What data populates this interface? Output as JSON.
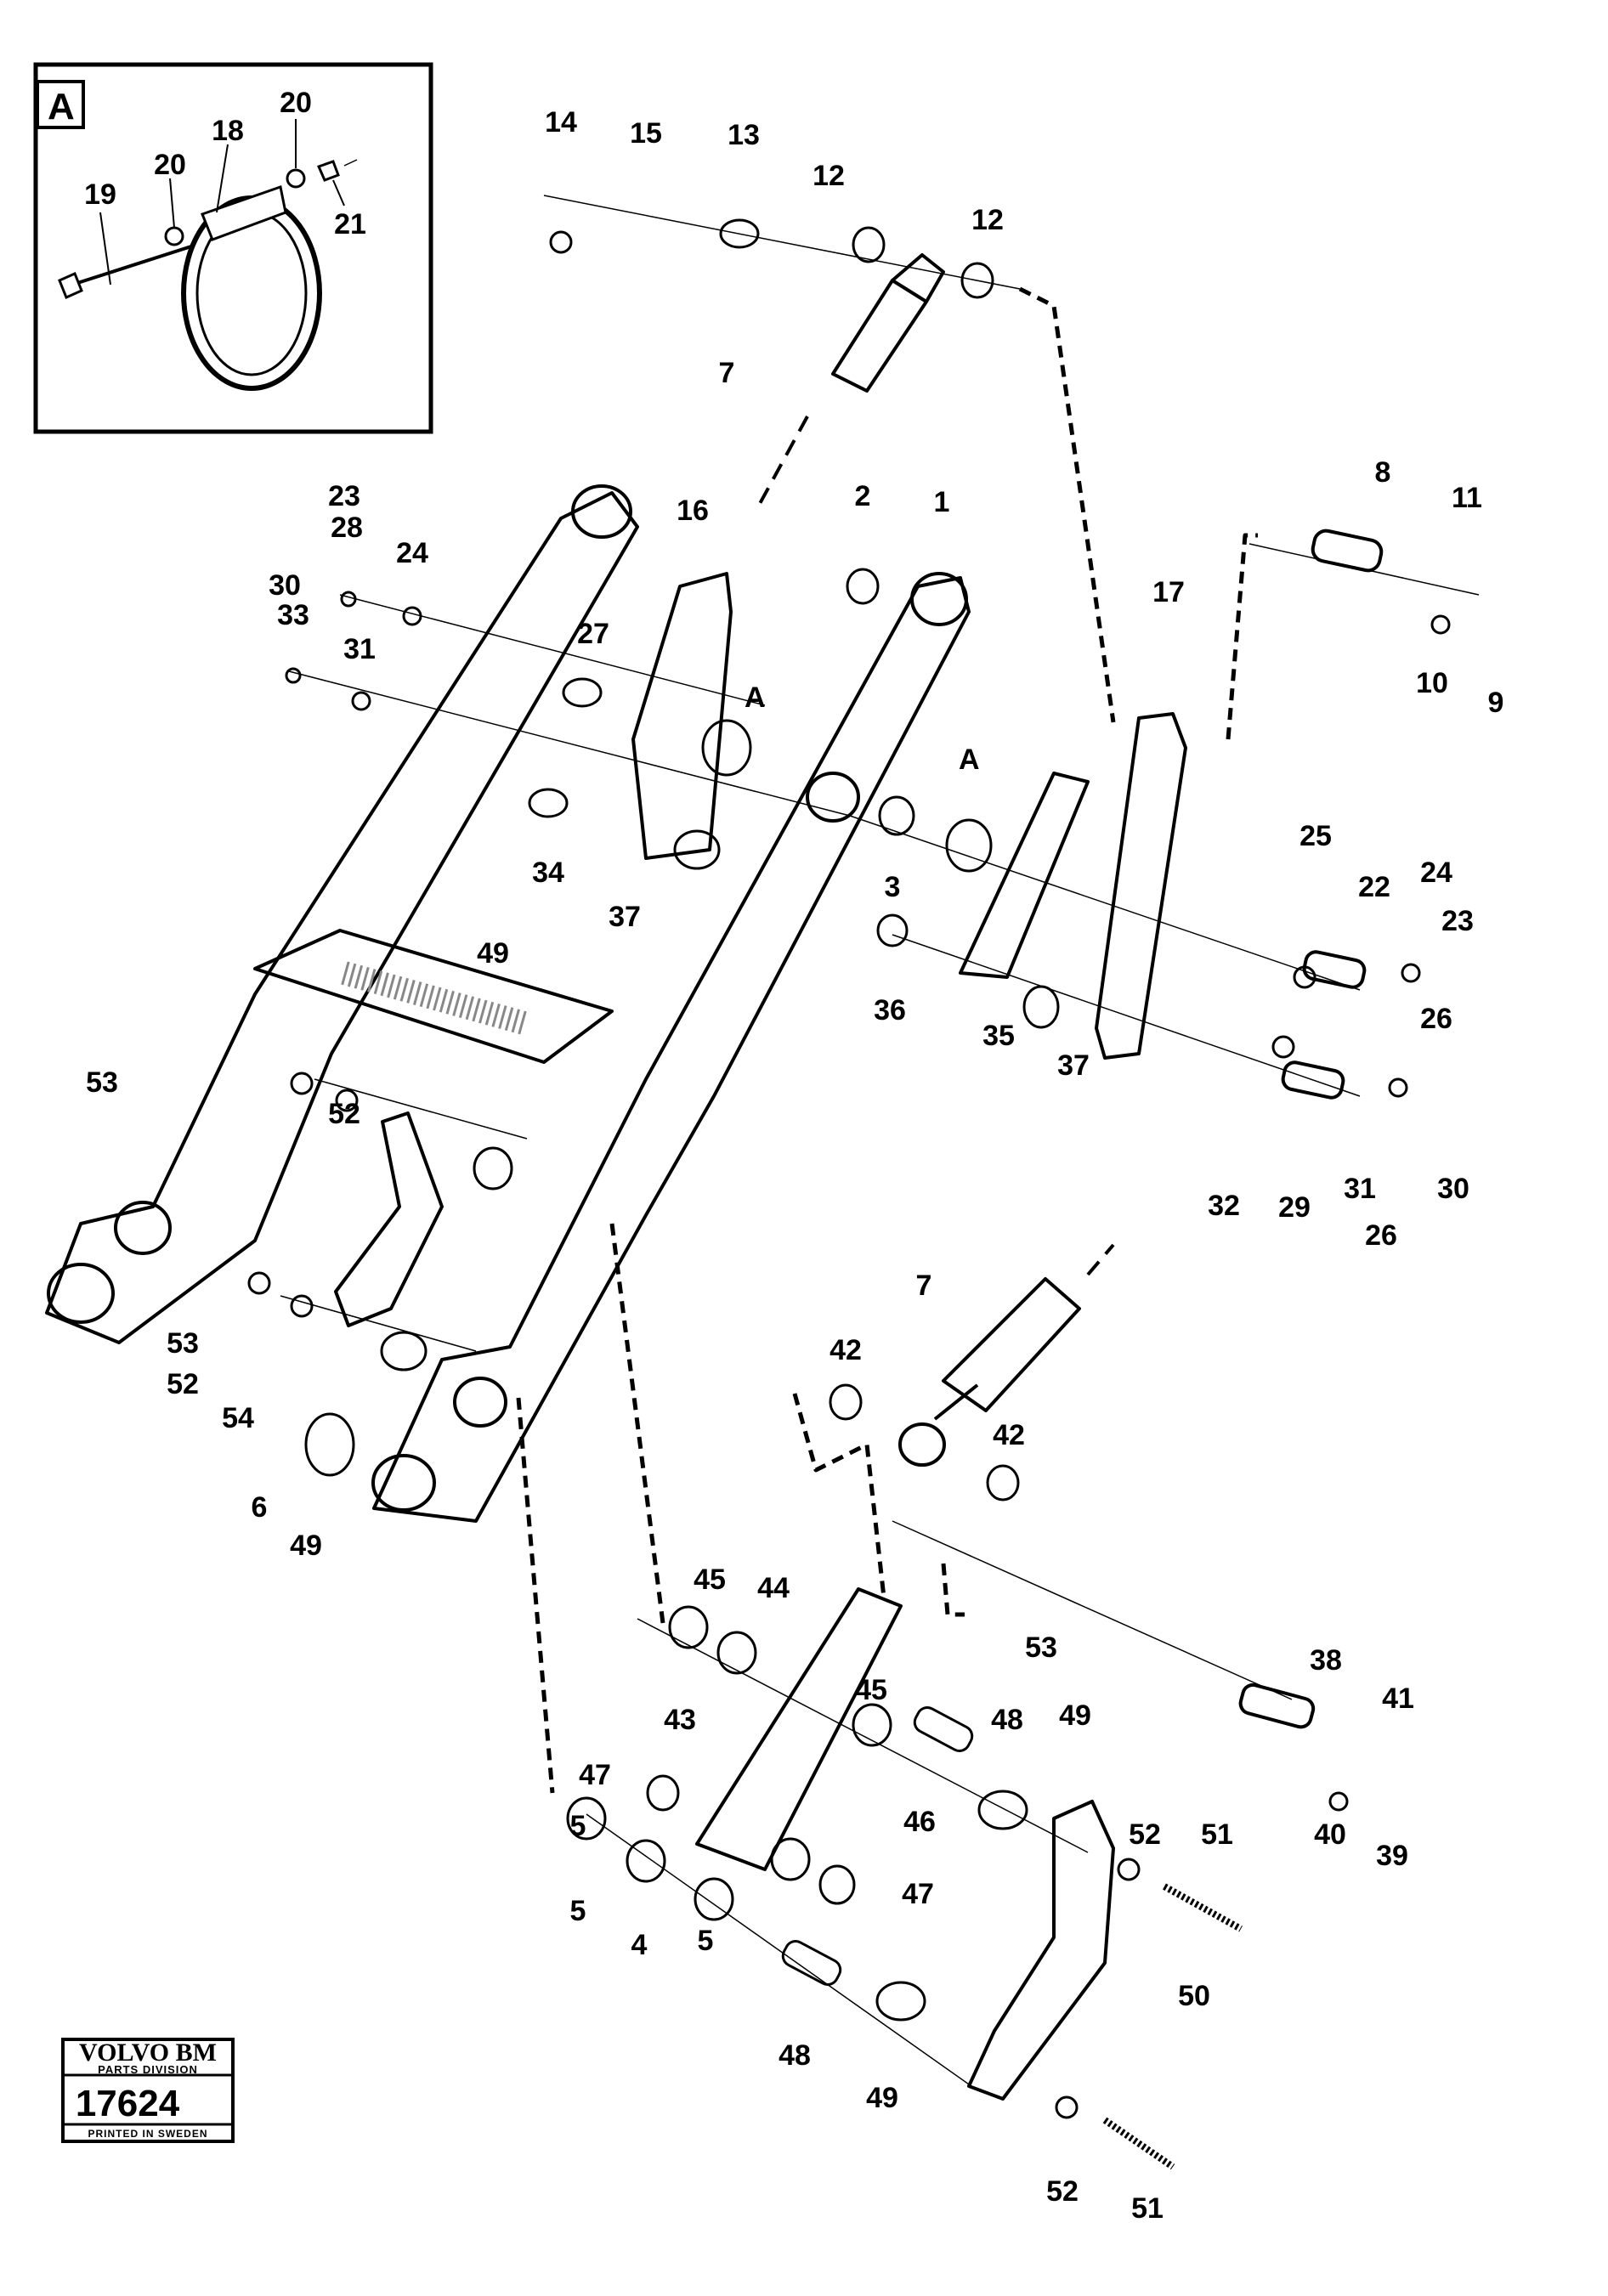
{
  "inset": {
    "label": "A",
    "callouts": [
      "18",
      "19",
      "20",
      "20",
      "21"
    ]
  },
  "callouts": [
    "1",
    "2",
    "3",
    "4",
    "5",
    "5",
    "5",
    "6",
    "7",
    "7",
    "8",
    "9",
    "10",
    "11",
    "12",
    "12",
    "13",
    "14",
    "15",
    "16",
    "17",
    "22",
    "23",
    "23",
    "24",
    "24",
    "25",
    "26",
    "26",
    "27",
    "28",
    "29",
    "30",
    "30",
    "31",
    "31",
    "32",
    "33",
    "34",
    "35",
    "36",
    "37",
    "37",
    "38",
    "39",
    "40",
    "41",
    "42",
    "42",
    "43",
    "44",
    "45",
    "45",
    "46",
    "47",
    "47",
    "48",
    "48",
    "49",
    "49",
    "49",
    "49",
    "50",
    "51",
    "51",
    "52",
    "52",
    "52",
    "52",
    "53",
    "53",
    "53",
    "54"
  ],
  "detail_markers": [
    "A",
    "A"
  ],
  "badge": {
    "brand": "VOLVO BM",
    "division": "PARTS DIVISION",
    "number": "17624",
    "footer": "PRINTED IN SWEDEN"
  }
}
